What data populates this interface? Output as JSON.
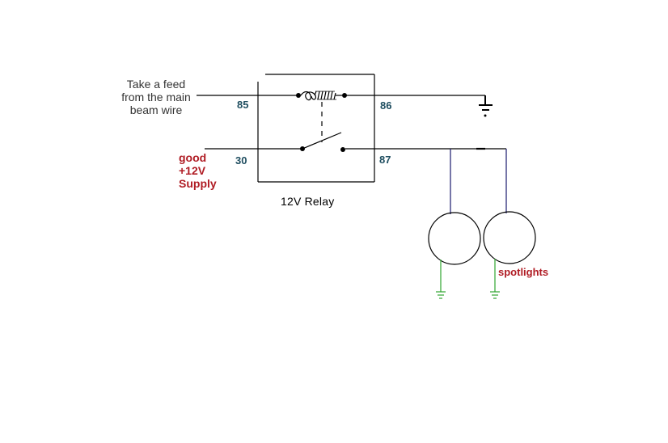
{
  "diagram": {
    "title": "12V Relay",
    "feed_label": [
      "Take a feed",
      "from the main",
      "beam wire"
    ],
    "supply_label": [
      "good",
      "+12V",
      "Supply"
    ],
    "pins": {
      "p85": "85",
      "p86": "86",
      "p30": "30",
      "p87": "87"
    },
    "load_label": "spotlights",
    "components": {
      "relay": {
        "name": "12V Relay",
        "coil_pins": [
          "85",
          "86"
        ],
        "switch_pins": [
          "30",
          "87"
        ]
      },
      "ground_symbol": "ground-icon",
      "lamps": [
        {
          "name": "spotlight-left",
          "ground": "ground-icon"
        },
        {
          "name": "spotlight-right",
          "ground": "ground-icon"
        }
      ]
    },
    "colors": {
      "wire": "#000000",
      "load_wire": "#1a1a6e",
      "ground_wire": "#2fa52f",
      "label_red": "#b01c24",
      "pin_label": "#1f4e60"
    }
  }
}
